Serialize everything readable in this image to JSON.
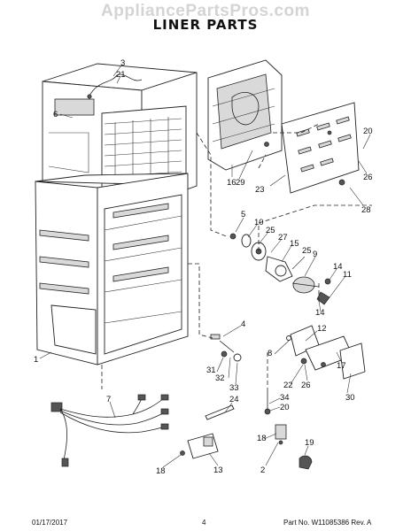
{
  "watermark": "AppliancePartsPros.com",
  "title": "LINER PARTS",
  "footer": {
    "date": "01/17/2017",
    "page": "4",
    "part_no": "Part No. W11085386  Rev. A"
  },
  "callouts": {
    "c1": "1",
    "c2": "2",
    "c3": "3",
    "c4": "4",
    "c5": "5",
    "c6": "6",
    "c7": "7",
    "c8": "8",
    "c9": "9",
    "c10": "10",
    "c11": "11",
    "c12": "12",
    "c13": "13",
    "c14a": "14",
    "c14b": "14",
    "c15": "15",
    "c16": "16",
    "c17": "17",
    "c18a": "18",
    "c18b": "18",
    "c19": "19",
    "c20a": "20",
    "c20b": "20",
    "c21": "21",
    "c22": "22",
    "c23": "23",
    "c24": "24",
    "c25a": "25",
    "c25b": "25",
    "c26a": "26",
    "c26b": "26",
    "c27": "27",
    "c28": "28",
    "c29": "29",
    "c30": "30",
    "c31": "31",
    "c32": "32",
    "c33": "33",
    "c34": "34"
  }
}
